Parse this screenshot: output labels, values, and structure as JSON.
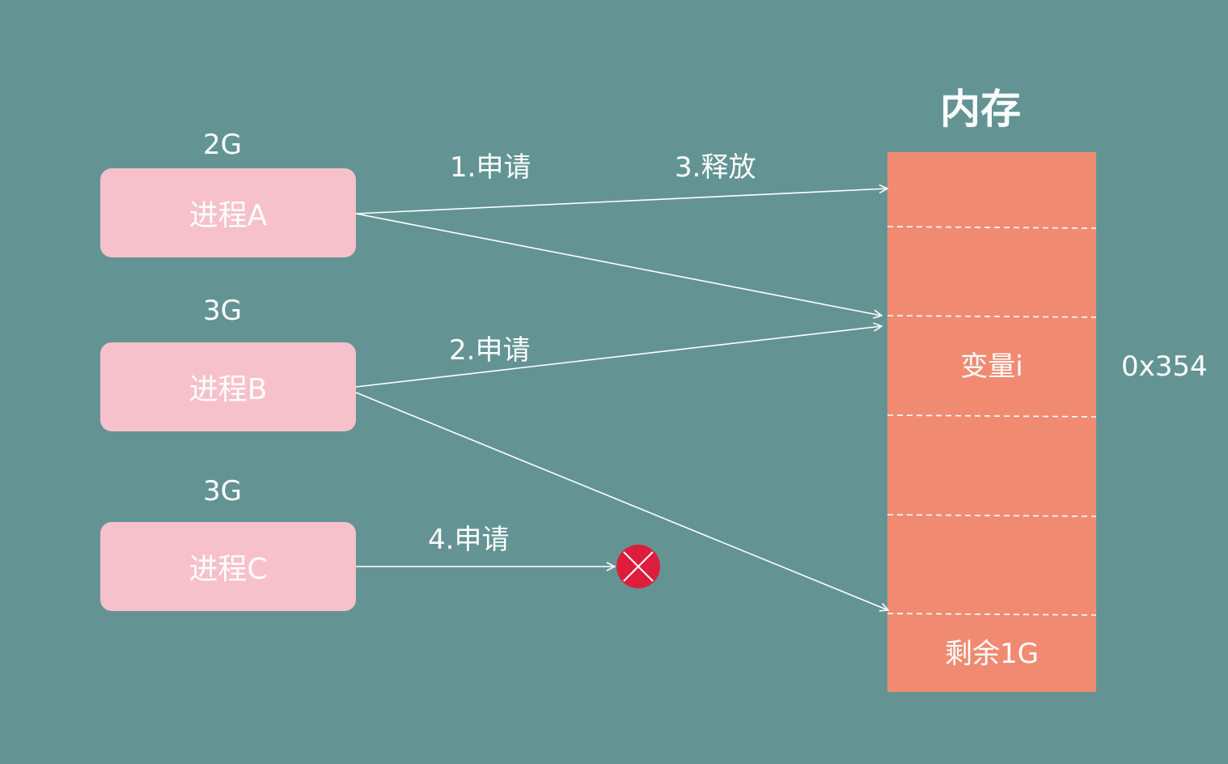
{
  "processes": [
    {
      "name": "进程A",
      "size": "2G"
    },
    {
      "name": "进程B",
      "size": "3G"
    },
    {
      "name": "进程C",
      "size": "3G"
    }
  ],
  "edges": {
    "a_request": "1.申请",
    "b_request": "2.申请",
    "a_release": "3.释放",
    "c_request": "4.申请"
  },
  "memory": {
    "title": "内存",
    "variable": "变量i",
    "address": "0x354",
    "remaining": "剩余1G"
  },
  "colors": {
    "background": "#639493",
    "process_fill": "#f7c1cb",
    "memory_fill": "#f08b72",
    "fail_marker": "#dc1e3c"
  },
  "icons": {
    "fail_marker": "x-circle-icon"
  }
}
